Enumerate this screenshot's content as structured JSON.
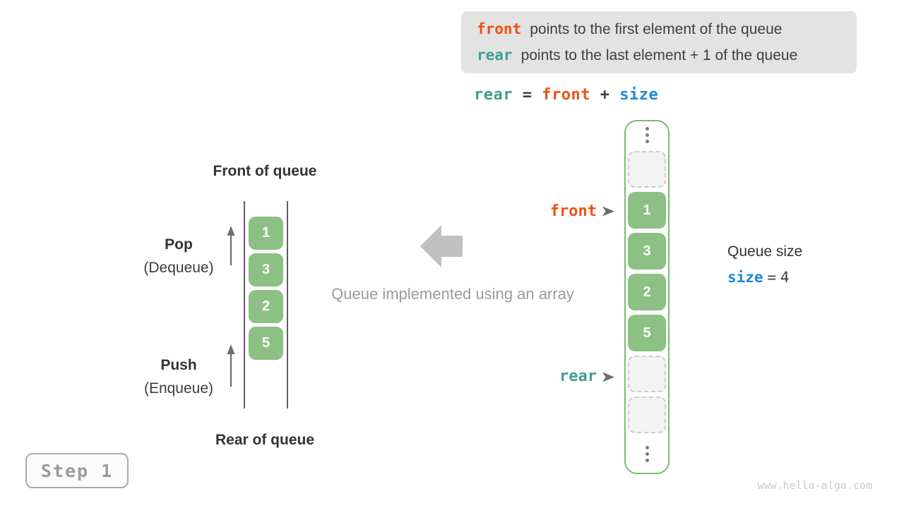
{
  "colors": {
    "front_orange": "#ed5312",
    "rear_teal": "#3f9e8f",
    "size_blue": "#1e88d6",
    "cell_green": "#8dc084",
    "array_border_green": "#7abb72",
    "legend_bg": "#e3e3e3",
    "muted_gray": "#9b9b9b",
    "dark_text": "#3f3f3f"
  },
  "legend": {
    "front_code": "front",
    "front_text": "points to the first element of the queue",
    "rear_code": "rear",
    "rear_text": "points to the last element + 1 of the queue"
  },
  "formula": {
    "lhs": "rear",
    "eq": "=",
    "operand1": "front",
    "plus": "+",
    "operand2": "size"
  },
  "queue": {
    "front_label": "Front of queue",
    "rear_label": "Rear of queue",
    "pop_title": "Pop",
    "pop_sub": "(Dequeue)",
    "push_title": "Push",
    "push_sub": "(Enqueue)",
    "values": [
      "1",
      "3",
      "2",
      "5"
    ]
  },
  "caption": "Queue implemented using an array",
  "array": {
    "cells": [
      {
        "state": "empty",
        "value": ""
      },
      {
        "state": "filled",
        "value": "1"
      },
      {
        "state": "filled",
        "value": "3"
      },
      {
        "state": "filled",
        "value": "2"
      },
      {
        "state": "filled",
        "value": "5"
      },
      {
        "state": "empty",
        "value": ""
      },
      {
        "state": "empty",
        "value": ""
      }
    ],
    "front_pointer": "front",
    "rear_pointer": "rear"
  },
  "size_info": {
    "title": "Queue size",
    "code": "size",
    "eq": "=",
    "value": "4"
  },
  "step_badge": {
    "label": "Step 1"
  },
  "watermark": "www.hello-algo.com"
}
